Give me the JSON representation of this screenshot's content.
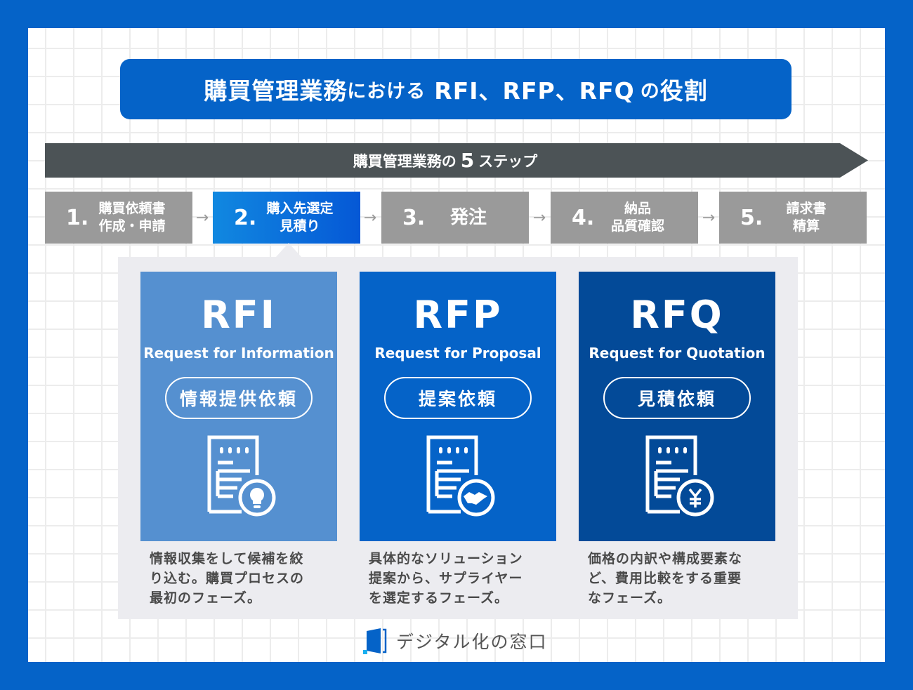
{
  "colors": {
    "frame": "#0563c8",
    "banner": "#4c5356",
    "step_inactive": "#9a9a9a",
    "rfi": "#5590d0",
    "rfp": "#0563c8",
    "rfq": "#034a98",
    "panel": "#ececf0",
    "desc_text": "#4a4a4a"
  },
  "title": {
    "part1": "購買管理業務",
    "part2": "における",
    "part3": "RFI、RFP、RFQ",
    "part4": "の",
    "part5": "役割"
  },
  "banner": {
    "prefix": "購買管理業務の",
    "number": "5",
    "suffix": "ステップ"
  },
  "steps": [
    {
      "num": "1.",
      "line1": "購買依頼書",
      "line2": "作成・申請",
      "active": false
    },
    {
      "num": "2.",
      "line1": "購入先選定",
      "line2": "見積り",
      "active": true
    },
    {
      "num": "3.",
      "line1": "発注",
      "line2": "",
      "active": false
    },
    {
      "num": "4.",
      "line1": "納品",
      "line2": "品質確認",
      "active": false
    },
    {
      "num": "5.",
      "line1": "請求書",
      "line2": "精算",
      "active": false
    }
  ],
  "arrow_glyph": "→",
  "cards": [
    {
      "abbr": "RFI",
      "full": "Request for Information",
      "pill": "情報提供依頼",
      "icon": "document-lightbulb-icon",
      "desc": [
        "情報収集をして候補を絞",
        "り込む。購買プロセスの",
        "最初のフェーズ。"
      ]
    },
    {
      "abbr": "RFP",
      "full": "Request for Proposal",
      "pill": "提案依頼",
      "icon": "document-handshake-icon",
      "desc": [
        "具体的なソリューション",
        "提案から、サプライヤー",
        "を選定するフェーズ。"
      ]
    },
    {
      "abbr": "RFQ",
      "full": "Request for Quotation",
      "pill": "見積依頼",
      "icon": "document-yen-icon",
      "desc": [
        "価格の内訳や構成要素な",
        "ど、費用比較をする重要",
        "なフェーズ。"
      ]
    }
  ],
  "logo": {
    "name": "デジタル化の窓口",
    "icon": "door-window-logo-icon"
  }
}
